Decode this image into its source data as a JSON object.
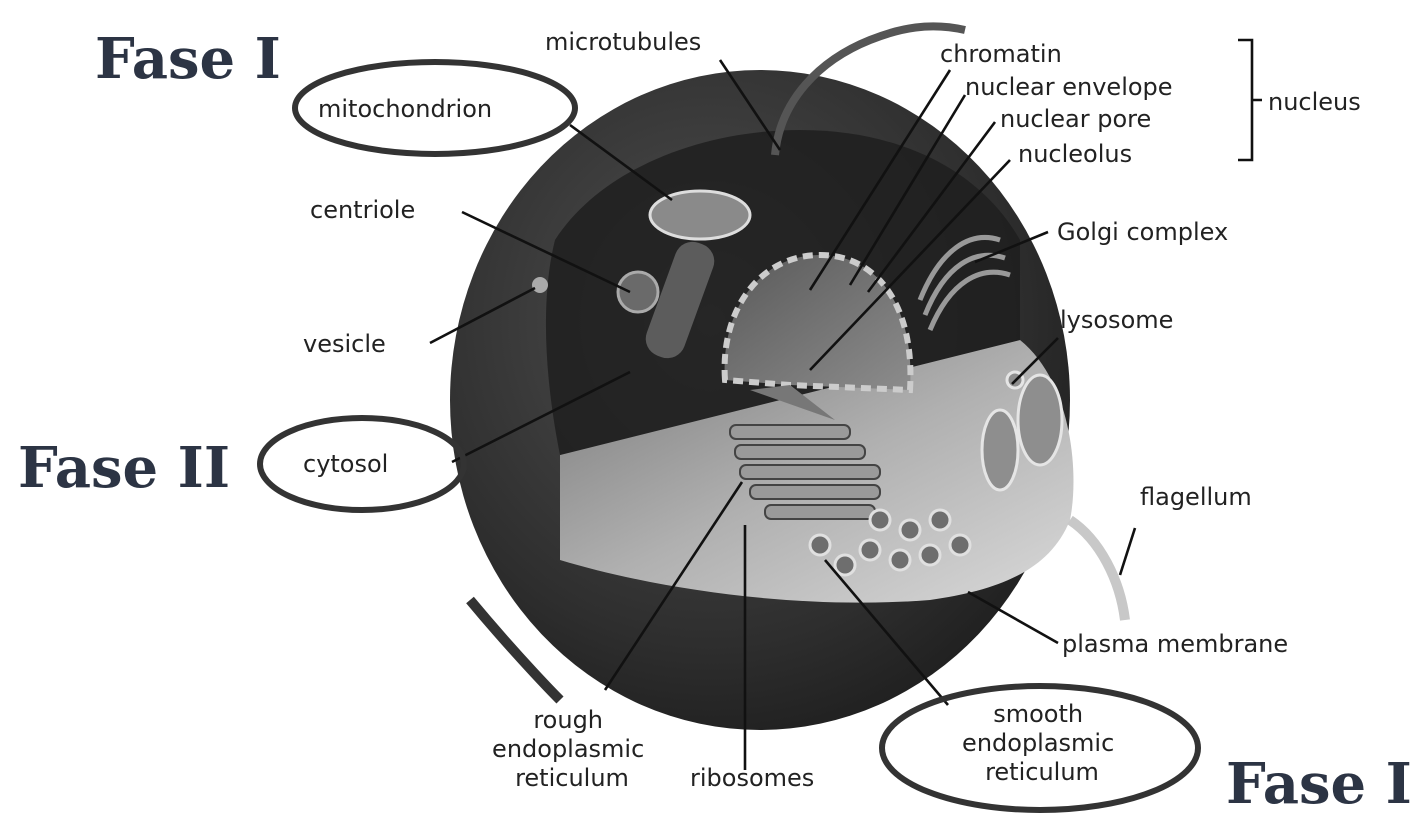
{
  "phases": {
    "top_left": "Fase I",
    "middle_left": "Fase II",
    "bottom_right": "Fase I"
  },
  "labels": {
    "microtubules": "microtubules",
    "mitochondrion": "mitochondrion",
    "centriole": "centriole",
    "vesicle": "vesicle",
    "cytosol": "cytosol",
    "chromatin": "chromatin",
    "nuclear_envelope": "nuclear envelope",
    "nuclear_pore": "nuclear pore",
    "nucleolus": "nucleolus",
    "nucleus": "nucleus",
    "golgi_complex": "Golgi complex",
    "lysosome": "lysosome",
    "flagellum": "flagellum",
    "plasma_membrane": "plasma membrane",
    "rough_er": [
      "rough",
      "endoplasmic",
      "reticulum"
    ],
    "ribosomes": "ribosomes",
    "smooth_er": [
      "smooth",
      "endoplasmic",
      "reticulum"
    ]
  },
  "colors": {
    "phase_text": "#2c3444",
    "label_text": "#222222",
    "cell_dark": "#2a2a2a",
    "cell_light": "#bdbdbd"
  }
}
